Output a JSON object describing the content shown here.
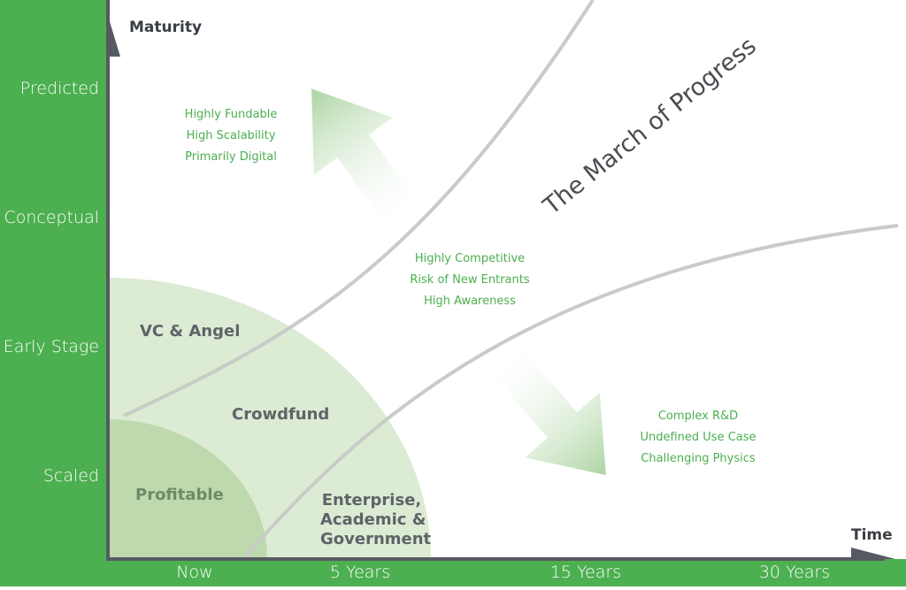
{
  "colors": {
    "band": "#4caf50",
    "axis": "#555a60",
    "arrow": "#9ccc8f",
    "region_outer": "#dcebd3",
    "region_inner": "#bdd9ad",
    "curve": "#c8cbc8"
  },
  "axes": {
    "y_title": "Maturity",
    "x_title": "Time",
    "y_levels": [
      "Predicted",
      "Conceptual",
      "Early Stage",
      "Scaled"
    ],
    "x_marks": [
      "Now",
      "5 Years",
      "15 Years",
      "30 Years"
    ]
  },
  "title": "The March of Progress",
  "upper_notes": [
    "Highly Fundable",
    "High Scalability",
    "Primarily Digital"
  ],
  "middle_notes": [
    "Highly Competitive",
    "Risk of New Entrants",
    "High Awareness"
  ],
  "lower_notes": [
    "Complex R&D",
    "Undefined Use Case",
    "Challenging Physics"
  ],
  "regions": {
    "vc": "VC & Angel",
    "crowd": "Crowdfund",
    "profitable": "Profitable",
    "enterprise": [
      "Enterprise,",
      "Academic &",
      "Government"
    ]
  }
}
